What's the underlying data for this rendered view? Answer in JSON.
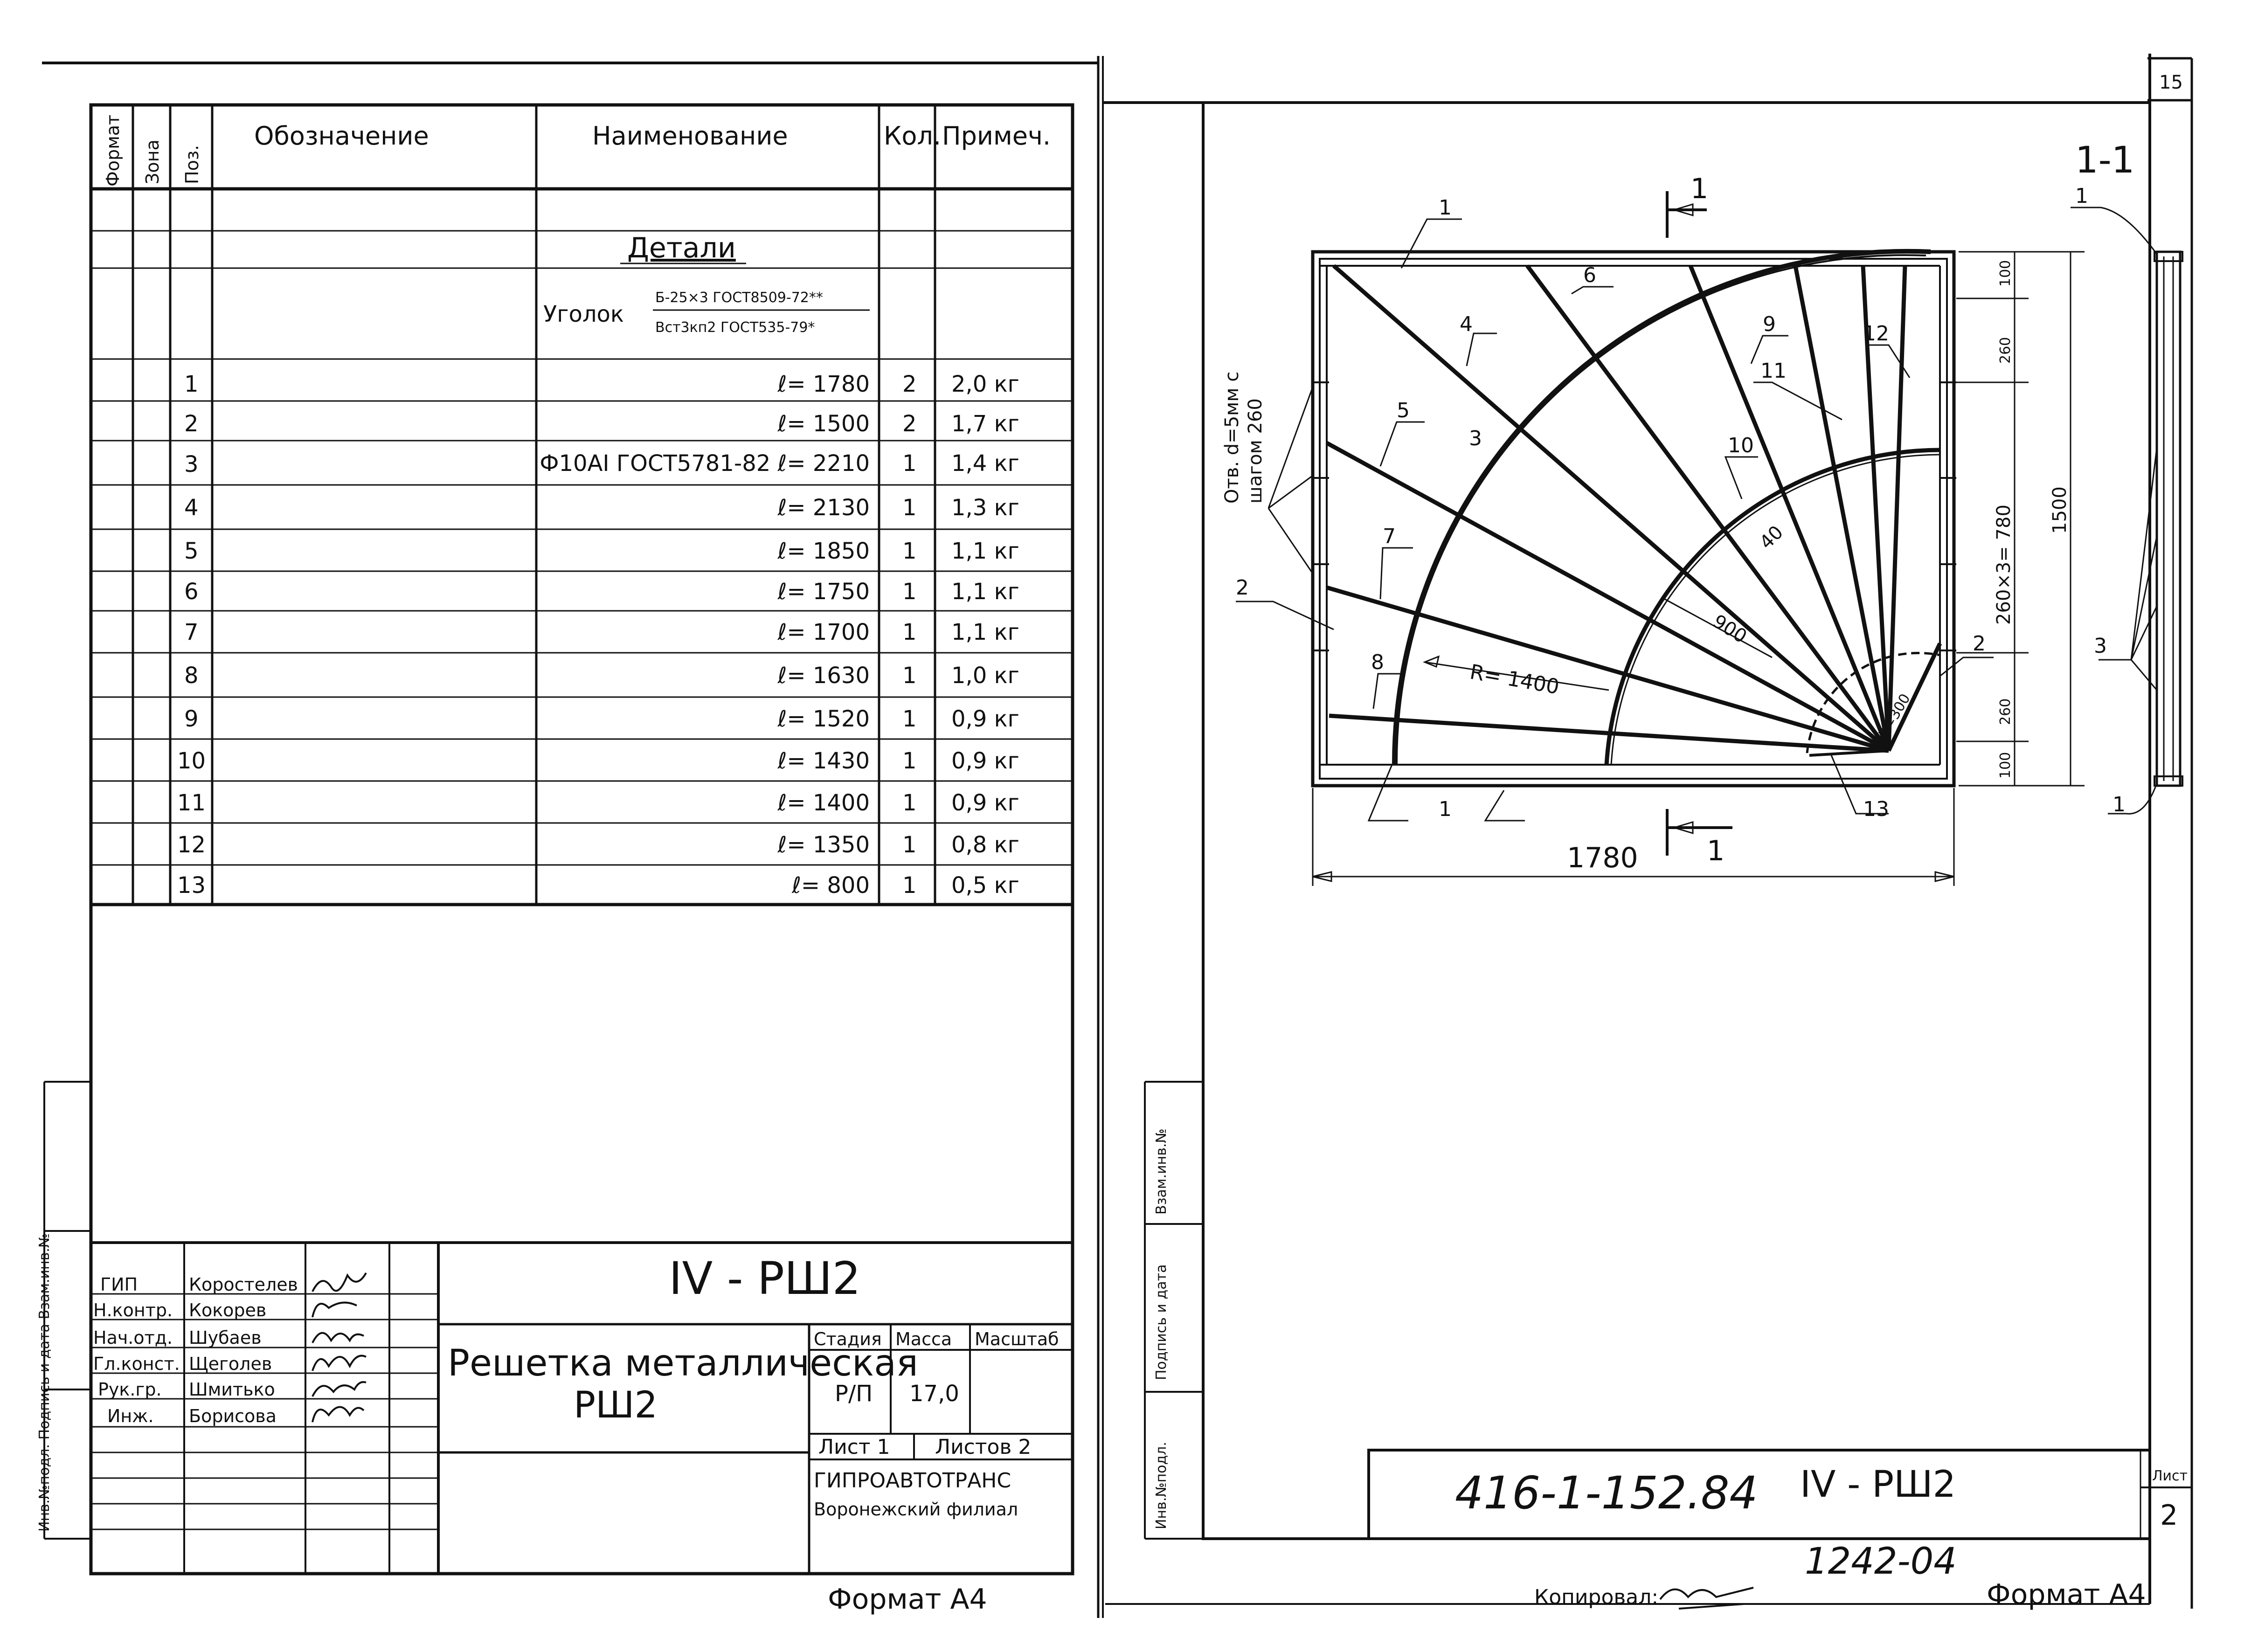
{
  "sheet_number": "15",
  "spec_header": {
    "format": "Формат",
    "zone": "Зона",
    "pos": "Поз.",
    "designation": "Обозначение",
    "name": "Наименование",
    "qty": "Кол.",
    "note": "Примеч."
  },
  "section_title": "Детали",
  "material_label": "Уголок",
  "material_top": "Б-25×3 ГОСТ8509-72**",
  "material_bottom": "Вст3кп2 ГОСТ535-79*",
  "spec_rows": [
    {
      "pos": "1",
      "name": "ℓ= 1780",
      "qty": "2",
      "note": "2,0 кг"
    },
    {
      "pos": "2",
      "name": "ℓ= 1500",
      "qty": "2",
      "note": "1,7 кг"
    },
    {
      "pos": "3",
      "name": "Ф10АI ГОСТ5781-82  ℓ= 2210",
      "qty": "1",
      "note": "1,4 кг"
    },
    {
      "pos": "4",
      "name": "ℓ= 2130",
      "qty": "1",
      "note": "1,3 кг"
    },
    {
      "pos": "5",
      "name": "ℓ= 1850",
      "qty": "1",
      "note": "1,1 кг"
    },
    {
      "pos": "6",
      "name": "ℓ= 1750",
      "qty": "1",
      "note": "1,1 кг"
    },
    {
      "pos": "7",
      "name": "ℓ= 1700",
      "qty": "1",
      "note": "1,1 кг"
    },
    {
      "pos": "8",
      "name": "ℓ= 1630",
      "qty": "1",
      "note": "1,0 кг"
    },
    {
      "pos": "9",
      "name": "ℓ= 1520",
      "qty": "1",
      "note": "0,9 кг"
    },
    {
      "pos": "10",
      "name": "ℓ= 1430",
      "qty": "1",
      "note": "0,9 кг"
    },
    {
      "pos": "11",
      "name": "ℓ= 1400",
      "qty": "1",
      "note": "0,9 кг"
    },
    {
      "pos": "12",
      "name": "ℓ= 1350",
      "qty": "1",
      "note": "0,8 кг"
    },
    {
      "pos": "13",
      "name": "ℓ= 800",
      "qty": "1",
      "note": "0,5 кг"
    }
  ],
  "title_block": {
    "code": "IV - РШ2",
    "item_name_1": "Решетка металлическая",
    "item_name_2": "РШ2",
    "stage_label": "Стадия",
    "mass_label": "Масса",
    "scale_label": "Масштаб",
    "stage": "Р/П",
    "mass": "17,0",
    "sheet_label": "Лист 1",
    "sheets_label": "Листов 2",
    "org_1": "ГИПРОАВТОТРАНС",
    "org_2": "Воронежский филиал",
    "format": "Формат А4",
    "people": [
      {
        "role": "ГИП",
        "name": "Коростелев"
      },
      {
        "role": "Н.контр.",
        "name": "Кокорев"
      },
      {
        "role": "Нач.отд.",
        "name": "Шубаев"
      },
      {
        "role": "Гл.конст.",
        "name": "Щеголев"
      },
      {
        "role": "Рук.гр.",
        "name": "Шмитько"
      },
      {
        "role": "Инж.",
        "name": "Борисова"
      }
    ],
    "side_stamp": "Инв.№подл.  Подпись и дата  Взам.инв.№"
  },
  "right_sheet": {
    "doc_number": "416-1-152.84",
    "code": "IV - РШ2",
    "sheet_label": "Лист",
    "sheet_no": "2",
    "copied_label": "Копировал:",
    "order_no": "1242-04",
    "format": "Формат А4",
    "side_stamp_1": "Инв.№подл.",
    "side_stamp_2": "Подпись и дата",
    "side_stamp_3": "Взам.инв.№"
  },
  "drawing": {
    "section_mark": "1-1",
    "cut_mark": "1",
    "hole_note_1": "Отв. d=5мм с",
    "hole_note_2": "шагом 260",
    "r_large": "R= 1400",
    "r_mid": "900",
    "r_small": "R=300",
    "angle": "40",
    "width": "1780",
    "height": "1500",
    "dim_100_top": "100",
    "dim_260_top": "260",
    "dim_mid": "260×3= 780",
    "dim_260_bot": "260",
    "dim_100_bot": "100",
    "callouts": [
      "1",
      "2",
      "3",
      "4",
      "5",
      "6",
      "7",
      "8",
      "9",
      "10",
      "11",
      "12",
      "13"
    ]
  }
}
